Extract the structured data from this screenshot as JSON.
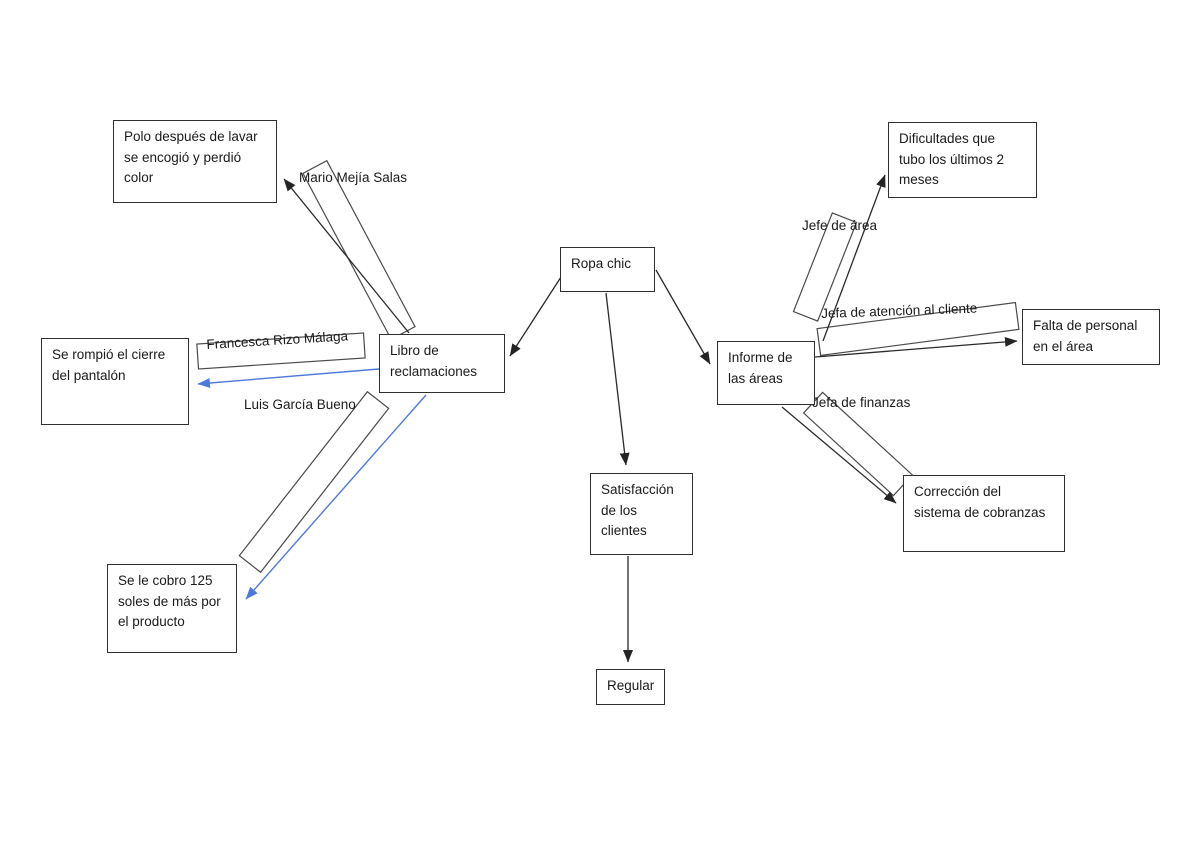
{
  "diagram": {
    "type": "concept-map",
    "nodes": {
      "polo": {
        "lines": [
          "Polo después de lavar",
          "se encogió y perdió",
          "color"
        ]
      },
      "se_rompio": {
        "lines": [
          "Se rompió el cierre",
          "del pantalón"
        ]
      },
      "se_cobro": {
        "lines": [
          "Se le cobro 125",
          "soles de más por",
          "el producto"
        ]
      },
      "libro": {
        "lines": [
          "Libro de",
          "reclamaciones"
        ]
      },
      "ropa": {
        "lines": [
          "Ropa chic"
        ]
      },
      "satisfaccion": {
        "lines": [
          "Satisfacción",
          "de los",
          "clientes"
        ]
      },
      "regular": {
        "lines": [
          "Regular"
        ]
      },
      "informe": {
        "lines": [
          "Informe de",
          "las áreas"
        ]
      },
      "dificultades": {
        "lines": [
          "Dificultades que",
          "tubo los últimos 2",
          "meses"
        ]
      },
      "falta": {
        "lines": [
          "Falta de personal",
          "en el área"
        ]
      },
      "correccion": {
        "lines": [
          "Corrección del",
          "sistema de cobranzas"
        ]
      }
    },
    "connector_labels": {
      "mario": "Mario Mejía Salas",
      "francesca": "Francesca Rizo Málaga",
      "luis": "Luis García Bueno",
      "jefe_area": "Jefe de área",
      "jefa_atencion": "Jefa de atención al cliente",
      "jefa_finanzas": "Jefa de finanzas"
    },
    "colors": {
      "background": "#ffffff",
      "box_border": "#2e2e2e",
      "shape_border": "#4a4a4a",
      "connector_black": "#2a2a2a",
      "connector_blue": "#4d7ad8",
      "text": "#1a1a1a"
    }
  }
}
